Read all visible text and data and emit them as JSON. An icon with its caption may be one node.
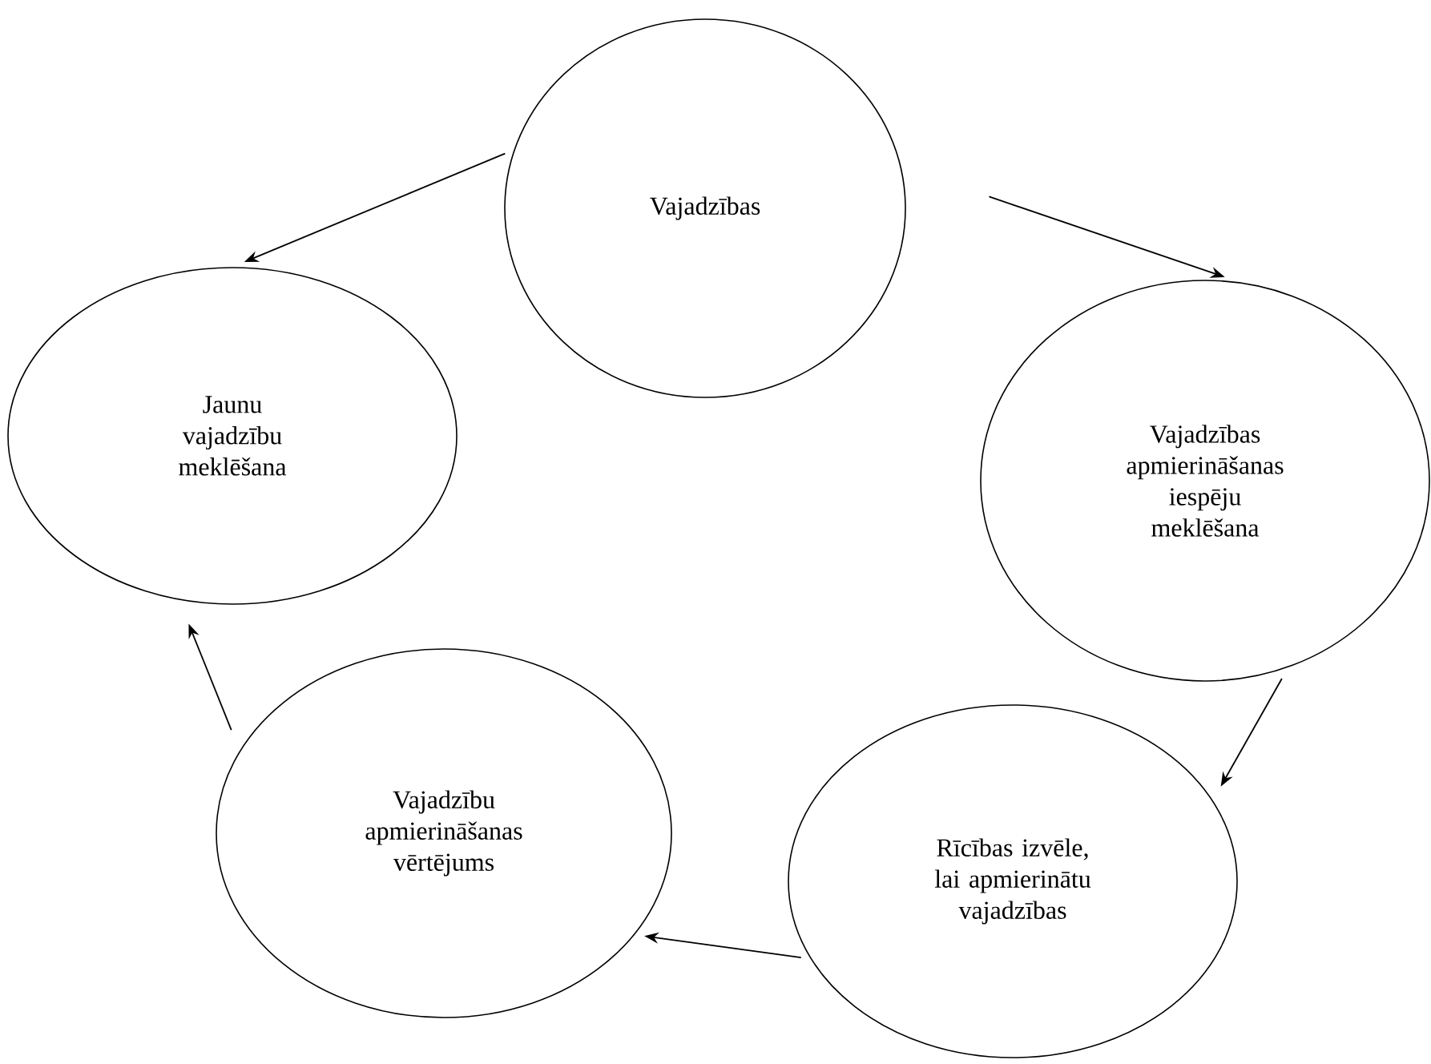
{
  "diagram": {
    "nodes": [
      {
        "text": [
          "Vajadzības"
        ]
      },
      {
        "text": [
          "Jaunu vajadzību meklēšana"
        ]
      },
      {
        "text": [
          "Vajadzības apmierināšanas iespēju meklēšana"
        ]
      },
      {
        "text": [
          "Rīcības izvēle, lai apmierinātu vajadzības"
        ]
      },
      {
        "text": [
          "Vajadzību apmierināšanas vērtējums"
        ]
      }
    ],
    "edges": [
      {
        "from": 0,
        "to": 1,
        "arrow": "to"
      },
      {
        "from": 0,
        "to": 2,
        "arrow": "to"
      },
      {
        "from": 2,
        "to": 3,
        "arrow": "to"
      },
      {
        "from": 3,
        "to": 4,
        "arrow": "to"
      },
      {
        "from": 4,
        "to": 1,
        "arrow": "to"
      }
    ]
  }
}
